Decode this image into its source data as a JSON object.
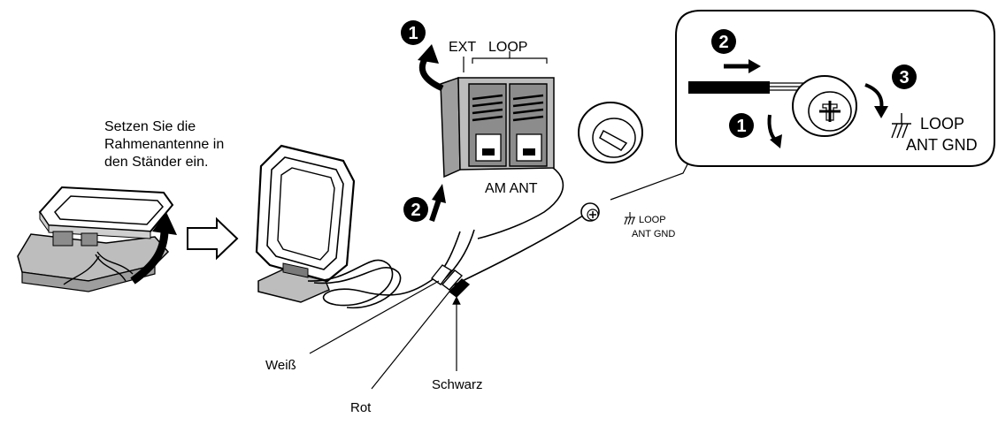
{
  "instruction": {
    "line1": "Setzen Sie die",
    "line2": "Rahmenantenne in",
    "line3": "den Ständer ein."
  },
  "terminal": {
    "ext": "EXT",
    "loop": "LOOP",
    "am_ant": "AM ANT"
  },
  "ground_small": {
    "loop": "LOOP",
    "ant_gnd": "ANT GND"
  },
  "detail": {
    "loop": "LOOP",
    "ant_gnd": "ANT GND"
  },
  "steps": {
    "one": "1",
    "two": "2",
    "three": "3"
  },
  "wires": {
    "white": "Weiß",
    "red": "Rot",
    "black": "Schwarz"
  }
}
